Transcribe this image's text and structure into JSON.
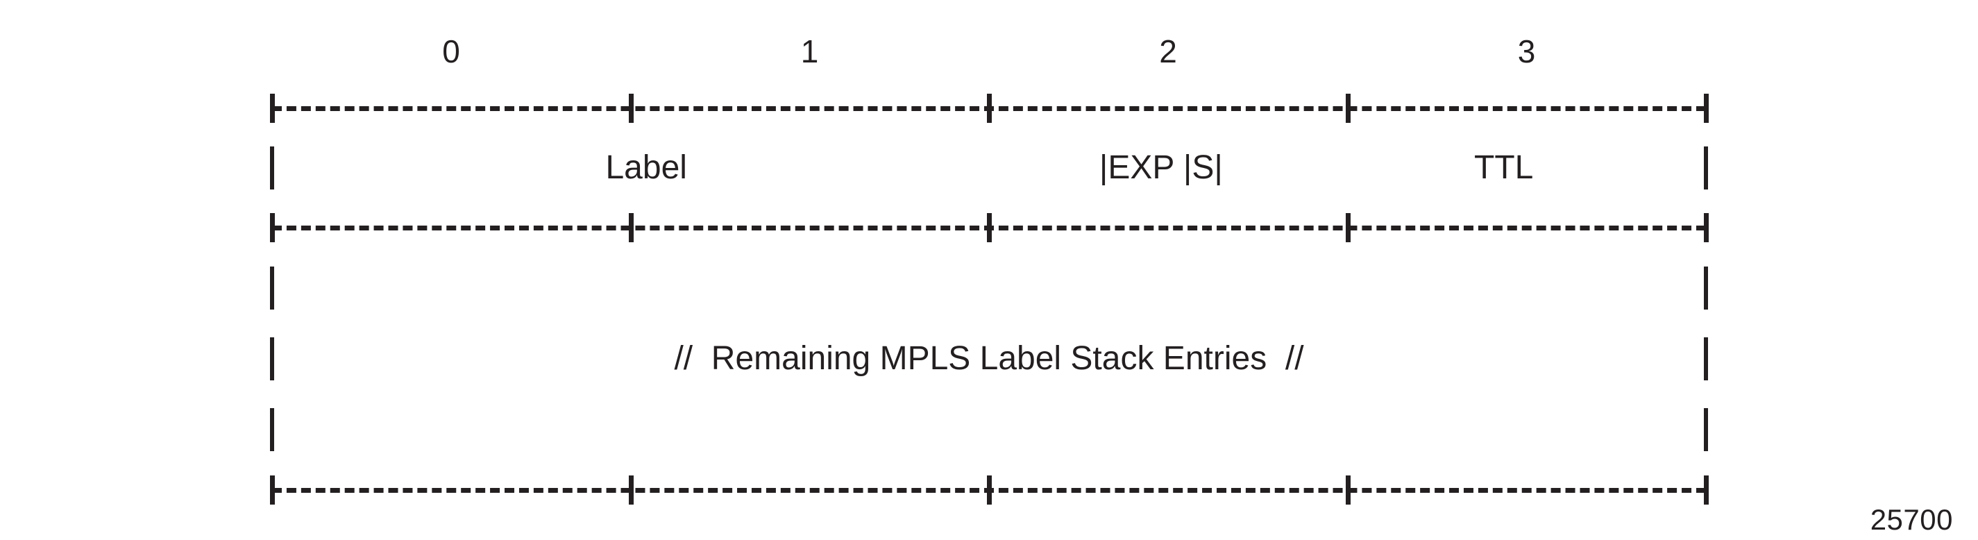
{
  "figure": {
    "kind": "ascii-packet-diagram",
    "standard": "MPLS Label Stack Entry",
    "number": "25700",
    "ink_color": "#231f20",
    "background_color": "#ffffff",
    "bit_ruler": [
      "0",
      "1",
      "2",
      "3"
    ],
    "rows": [
      {
        "type": "rule",
        "text": "+-------------+-------------+-------------+-------------+"
      },
      {
        "type": "field",
        "cells": [
          "Label",
          "|EXP |S|",
          "TTL"
        ]
      },
      {
        "type": "rule",
        "text": "+-------------+-------------+-------------+-------------+"
      },
      {
        "type": "empty",
        "text": ""
      },
      {
        "type": "field",
        "cells": [
          "// Remaining MPLS Label Stack Entries //"
        ]
      },
      {
        "type": "empty",
        "text": ""
      },
      {
        "type": "rule",
        "text": "+-------------+-------------+-------------+-------------+"
      }
    ],
    "fields": {
      "label": "Label",
      "exp": "|EXP |S|",
      "exp_plain": "EXP",
      "s_bit": "S",
      "ttl": "TTL",
      "remaining": "//  Remaining MPLS Label Stack Entries  //"
    }
  }
}
